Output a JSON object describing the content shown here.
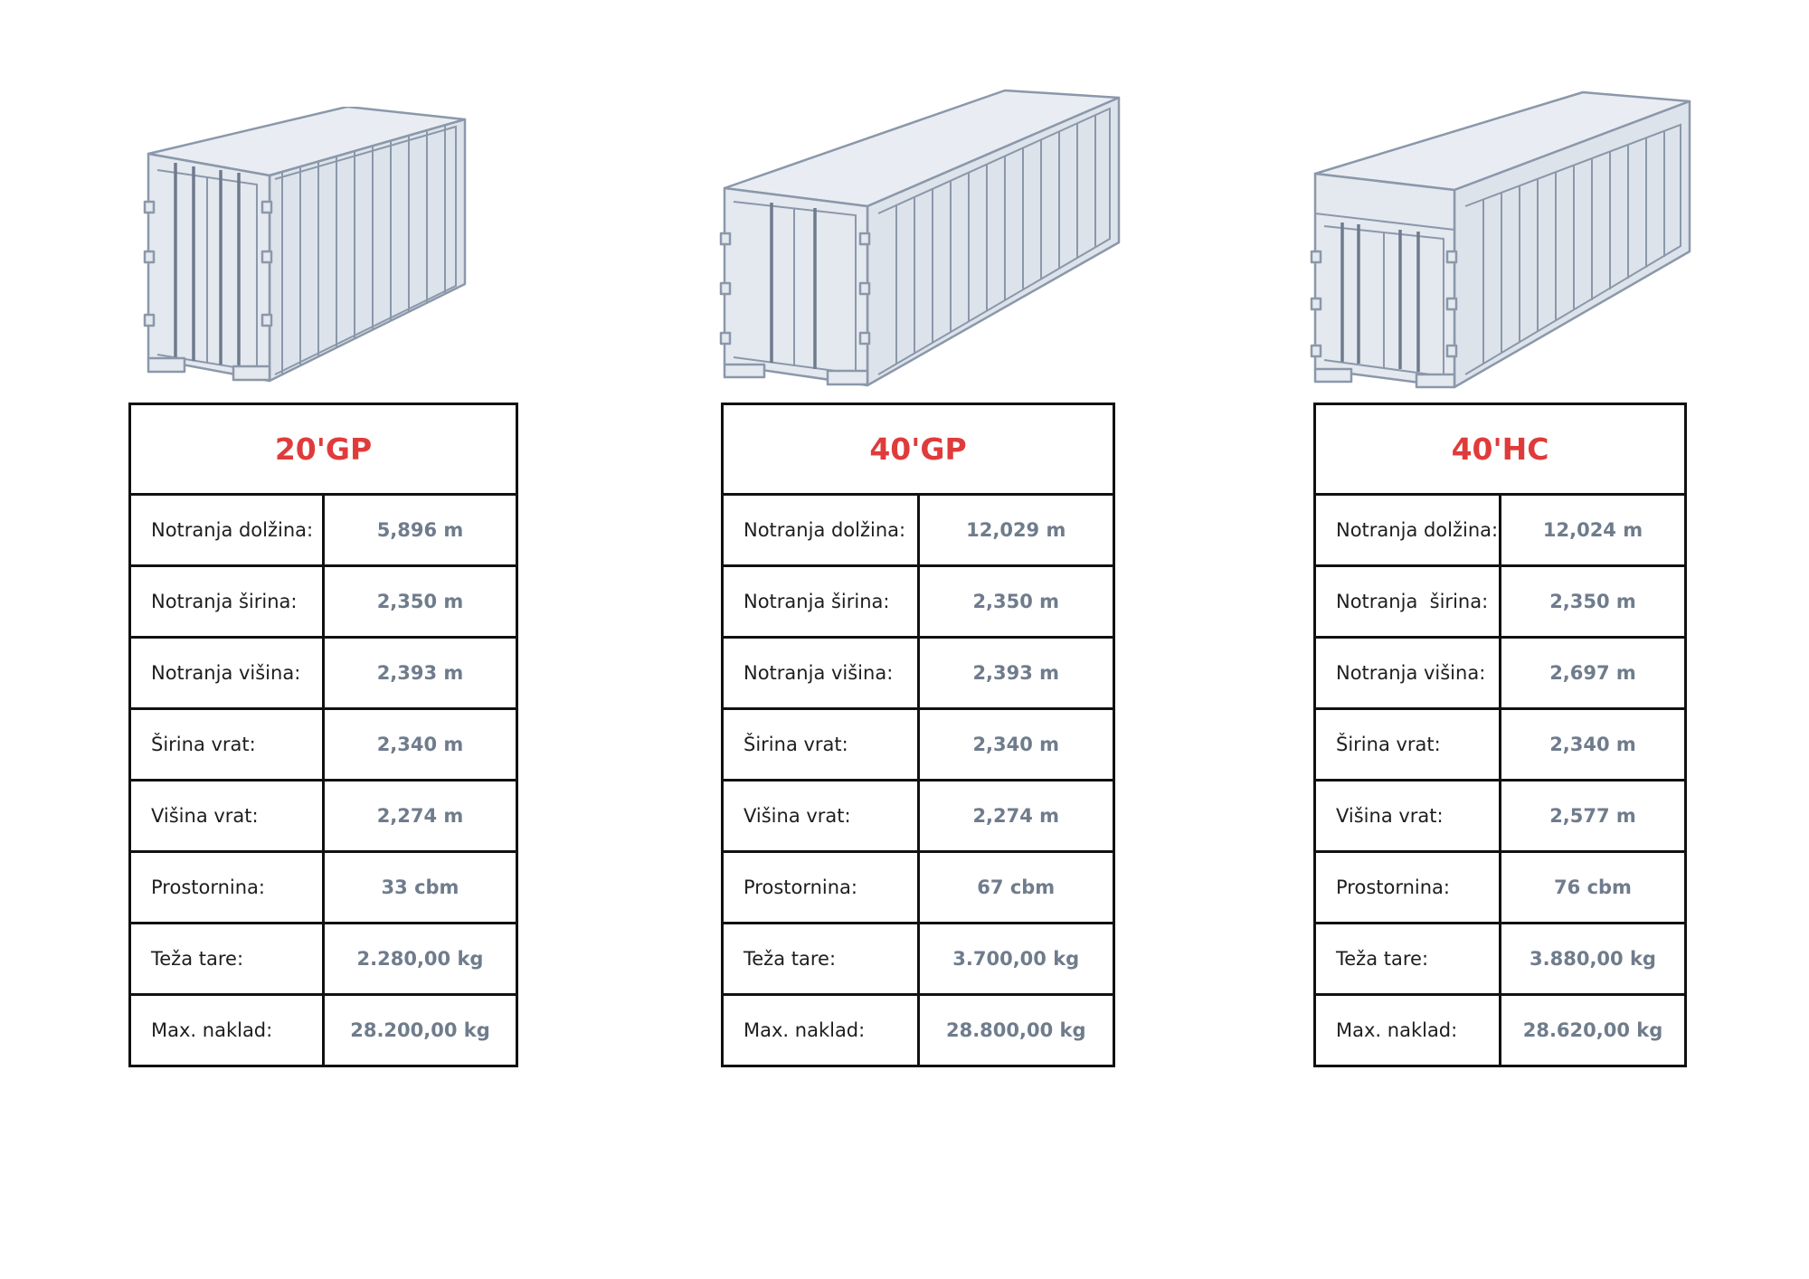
{
  "containers": [
    {
      "title": "20'GP",
      "rows": [
        {
          "label": "Notranja dolžina:",
          "value": "5,896 m"
        },
        {
          "label": "Notranja širina:",
          "value": "2,350 m"
        },
        {
          "label": "Notranja višina:",
          "value": "2,393 m"
        },
        {
          "label": "Širina vrat:",
          "value": "2,340 m"
        },
        {
          "label": "Višina vrat:",
          "value": "2,274 m"
        },
        {
          "label": "Prostornina:",
          "value": "33 cbm"
        },
        {
          "label": "Teža tare:",
          "value": "2.280,00 kg"
        },
        {
          "label": "Max. naklad:",
          "value": "28.200,00 kg"
        }
      ]
    },
    {
      "title": "40'GP",
      "rows": [
        {
          "label": "Notranja dolžina:",
          "value": "12,029 m"
        },
        {
          "label": "Notranja širina:",
          "value": "2,350 m"
        },
        {
          "label": "Notranja višina:",
          "value": "2,393 m"
        },
        {
          "label": "Širina vrat:",
          "value": "2,340 m"
        },
        {
          "label": "Višina vrat:",
          "value": "2,274 m"
        },
        {
          "label": "Prostornina:",
          "value": "67 cbm"
        },
        {
          "label": "Teža tare:",
          "value": "3.700,00 kg"
        },
        {
          "label": "Max. naklad:",
          "value": "28.800,00 kg"
        }
      ]
    },
    {
      "title": "40'HC",
      "rows": [
        {
          "label": "Notranja dolžina:",
          "value": "12,024 m"
        },
        {
          "label": "Notranja  širina:",
          "value": "2,350 m"
        },
        {
          "label": "Notranja višina:",
          "value": "2,697 m"
        },
        {
          "label": "Širina vrat:",
          "value": "2,340 m"
        },
        {
          "label": "Višina vrat:",
          "value": "2,577 m"
        },
        {
          "label": "Prostornina:",
          "value": "76 cbm"
        },
        {
          "label": "Teža tare:",
          "value": "3.880,00 kg"
        },
        {
          "label": "Max. naklad:",
          "value": "28.620,00 kg"
        }
      ]
    }
  ],
  "colors": {
    "title": "#e03b3b",
    "value": "#6f7c8c",
    "label": "#1e1e1e",
    "border": "#111111",
    "container_fill": "#e4e8ef",
    "container_stroke": "#8b98aa"
  },
  "icons": [
    "shipping-container-20ft-icon",
    "shipping-container-40ft-icon",
    "shipping-container-40ft-hc-icon"
  ]
}
